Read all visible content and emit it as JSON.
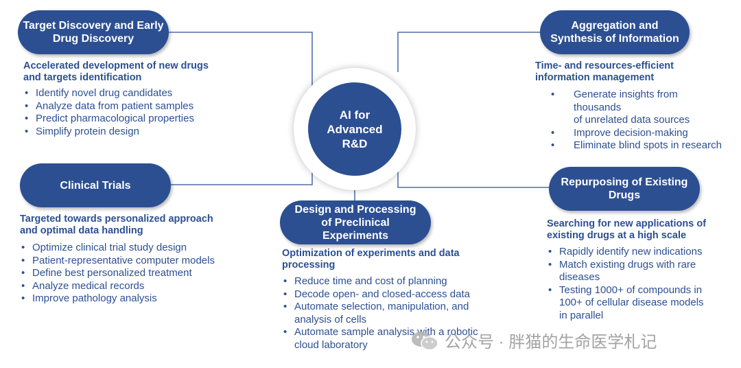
{
  "center": {
    "label": "AI for\nAdvanced\nR&D"
  },
  "nodes": {
    "target_discovery": {
      "title": "Target Discovery and Early\nDrug Discovery",
      "subtitle": "Accelerated development of new drugs\nand targets identification",
      "bullets": [
        "Identify novel drug candidates",
        "Analyze data from patient samples",
        "Predict pharmacological properties",
        "Simplify protein design"
      ]
    },
    "clinical_trials": {
      "title": "Clinical Trials",
      "subtitle": "Targeted towards personalized approach\nand optimal data handling",
      "bullets": [
        "Optimize clinical trial study design",
        "Patient-representative computer models",
        "Define best personalized treatment",
        "Analyze medical records",
        "Improve pathology analysis"
      ]
    },
    "preclinical": {
      "title": "Design and Processing\nof Preclinical\nExperiments",
      "subtitle": "Optimization of experiments and data\nprocessing",
      "bullets": [
        "Reduce time and cost of planning",
        "Decode open- and closed-access data",
        "Automate selection, manipulation, and\nanalysis of cells",
        "Automate sample analysis with a robotic\ncloud laboratory"
      ]
    },
    "aggregation": {
      "title": "Aggregation and\nSynthesis of Information",
      "subtitle": "Time- and resources-efficient\ninformation management",
      "bullets": [
        "Generate insights from\nthousands\nof unrelated data sources",
        "Improve decision-making",
        "Eliminate blind spots in research"
      ]
    },
    "repurposing": {
      "title": "Repurposing of Existing\nDrugs",
      "subtitle": "Searching for new applications of\nexisting drugs at a high scale",
      "bullets": [
        "Rapidly identify new indications",
        "Match existing drugs with rare\ndiseases",
        "Testing 1000+ of compounds in\n100+ of cellular disease models\nin parallel"
      ]
    }
  },
  "watermark": {
    "text": "公众号 · 胖猫的生命医学札记"
  },
  "colors": {
    "primary": "#2c4f92",
    "connector": "#2c4f92",
    "watermark": "#9a9a9a"
  }
}
